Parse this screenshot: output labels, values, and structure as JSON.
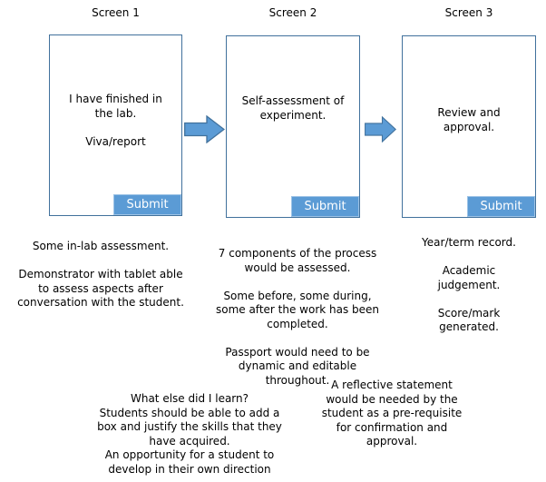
{
  "colors": {
    "shape_fill": "#5b9bd5",
    "shape_border": "#41719c",
    "button_border": "#9dc3e6",
    "button_text": "#ffffff",
    "box_fill": "#ffffff",
    "text": "#000000",
    "page_bg": "#ffffff"
  },
  "screens": [
    {
      "title": "Screen 1",
      "body": "I have finished in\nthe lab.\n\nViva/report",
      "button_label": "Submit",
      "notes": [
        "Some in-lab assessment.",
        "Demonstrator with tablet able\nto assess aspects after\nconversation with the student."
      ]
    },
    {
      "title": "Screen 2",
      "body": "Self-assessment of\nexperiment.",
      "button_label": "Submit",
      "notes": [
        "7 components of the process\nwould be assessed.",
        "Some before, some during,\nsome after the work has been\ncompleted.",
        "Passport would need to be\ndynamic and editable\nthroughout."
      ]
    },
    {
      "title": "Screen 3",
      "body": "Review and\napproval.",
      "button_label": "Submit",
      "notes": [
        "Year/term record.",
        "Academic\njudgement.",
        "Score/mark\ngenerated."
      ]
    }
  ],
  "footnotes": {
    "center": "What else did I learn?\nStudents should be able to add a\nbox and justify the skills that they\nhave acquired.\nAn opportunity for a student to\ndevelop in their own direction",
    "right": "A reflective statement\nwould be needed by the\nstudent as a pre-requisite\nfor confirmation and\napproval."
  }
}
